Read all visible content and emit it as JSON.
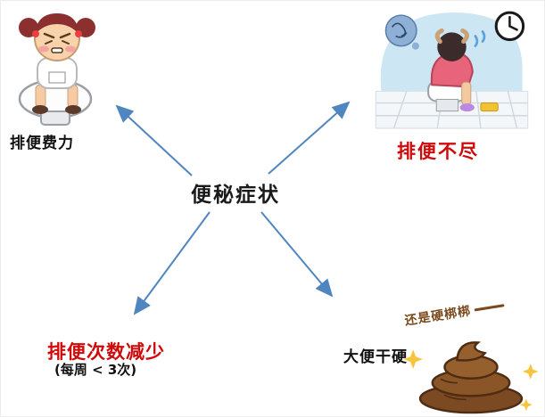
{
  "colors": {
    "accent_red": "#cf0a0a",
    "arrow_blue": "#4f86c0",
    "annotation_brown": "#7a4a1e",
    "poop_brown": "#8a5527",
    "sparkle_yellow": "#f6c53d"
  },
  "center": {
    "title": "便秘症状"
  },
  "nodes": {
    "top_left": {
      "label": "排便费力"
    },
    "top_right": {
      "label": "排便不尽"
    },
    "bottom_left": {
      "label": "排便次数减少",
      "sublabel": "(每周 < 3次)"
    },
    "bottom_right": {
      "label": "大便干硬",
      "annotation": "还是硬梆梆"
    }
  },
  "illustrations": {
    "top_left": "girl-straining-on-toilet",
    "top_right": "person-long-time-on-toilet-with-clock",
    "bottom_right": "hard-dry-stool-with-sparkles"
  }
}
